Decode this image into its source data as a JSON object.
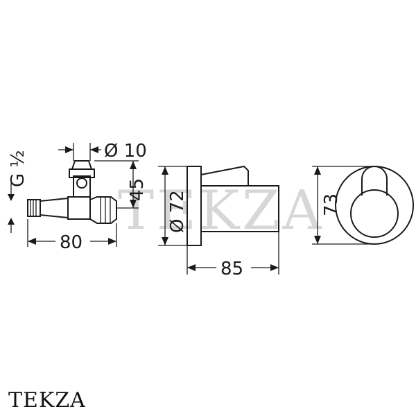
{
  "watermark": "TEKZA",
  "brand_label": "TEKZA",
  "dimensions": {
    "thread": "G ½",
    "bore": "Ø 10",
    "height_45": "45",
    "length_80": "80",
    "rosette_dia": "Ø 72",
    "depth_85": "85",
    "front_73": "73"
  }
}
